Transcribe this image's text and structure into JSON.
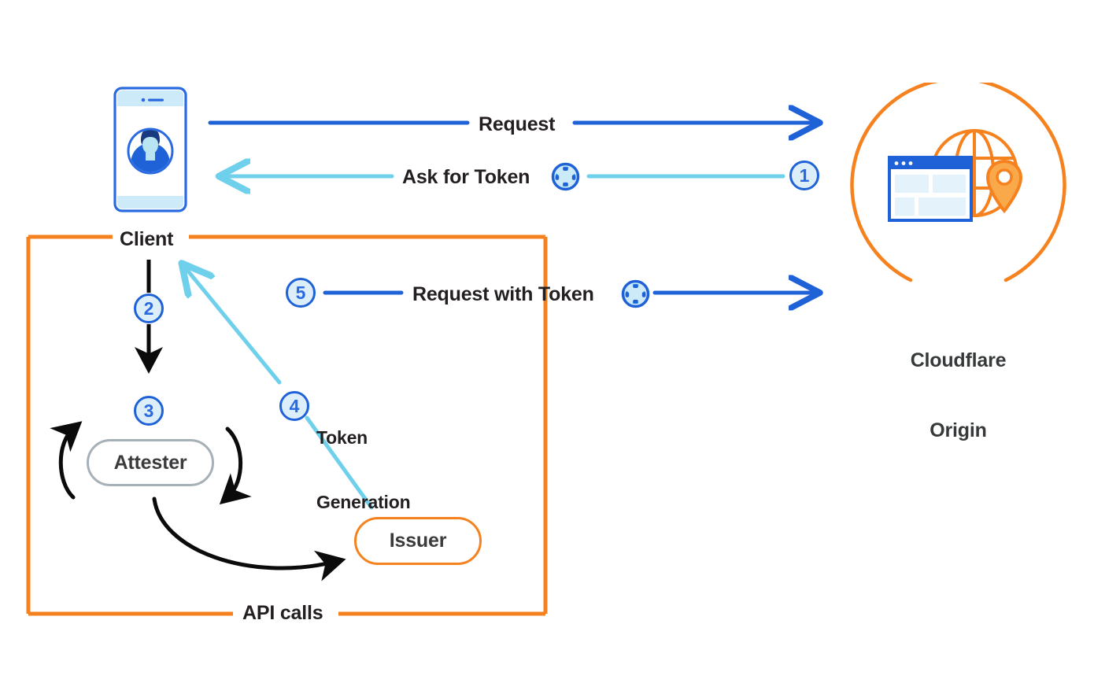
{
  "diagram": {
    "title": "Privacy Pass token issuance and redemption flow",
    "colors": {
      "orange": "#f6821f",
      "blue": "#1f62d8",
      "light_blue": "#6fd0ec",
      "black": "#0b0b0b",
      "gray": "#a6b1b7",
      "text": "#231f20"
    },
    "nodes": {
      "client": {
        "label": "Client",
        "icon": "mobile-phone-user-icon"
      },
      "attester": {
        "label": "Attester"
      },
      "issuer": {
        "label": "Issuer"
      },
      "origin": {
        "label": "Cloudflare\nOrigin",
        "label_line1": "Cloudflare",
        "label_line2": "Origin",
        "icon": "browser-globe-pin-icon"
      }
    },
    "boundary": {
      "top_label": "Client",
      "bottom_label": "API calls",
      "color": "#f6821f"
    },
    "steps": [
      {
        "number": "1",
        "label": "Ask for Token",
        "icon": "token-icon",
        "direction": "origin-to-client",
        "color": "#6fd0ec"
      },
      {
        "number": "2",
        "label": "",
        "direction": "client-to-attester",
        "color": "#0b0b0b"
      },
      {
        "number": "3",
        "label": "",
        "direction": "attester-to-issuer",
        "color": "#0b0b0b"
      },
      {
        "number": "4",
        "label": "Token\nGeneration",
        "label_line1": "Token",
        "label_line2": "Generation",
        "direction": "issuer-to-client",
        "color": "#6fd0ec"
      },
      {
        "number": "5",
        "label": "Request with Token",
        "icon": "token-icon",
        "direction": "client-to-origin",
        "color": "#1f62d8"
      }
    ],
    "edges": {
      "request": {
        "label": "Request",
        "color": "#1f62d8"
      },
      "ask_for_token": {
        "label": "Ask for Token",
        "color": "#6fd0ec"
      },
      "request_with_token": {
        "label": "Request with Token",
        "color": "#1f62d8"
      }
    }
  }
}
